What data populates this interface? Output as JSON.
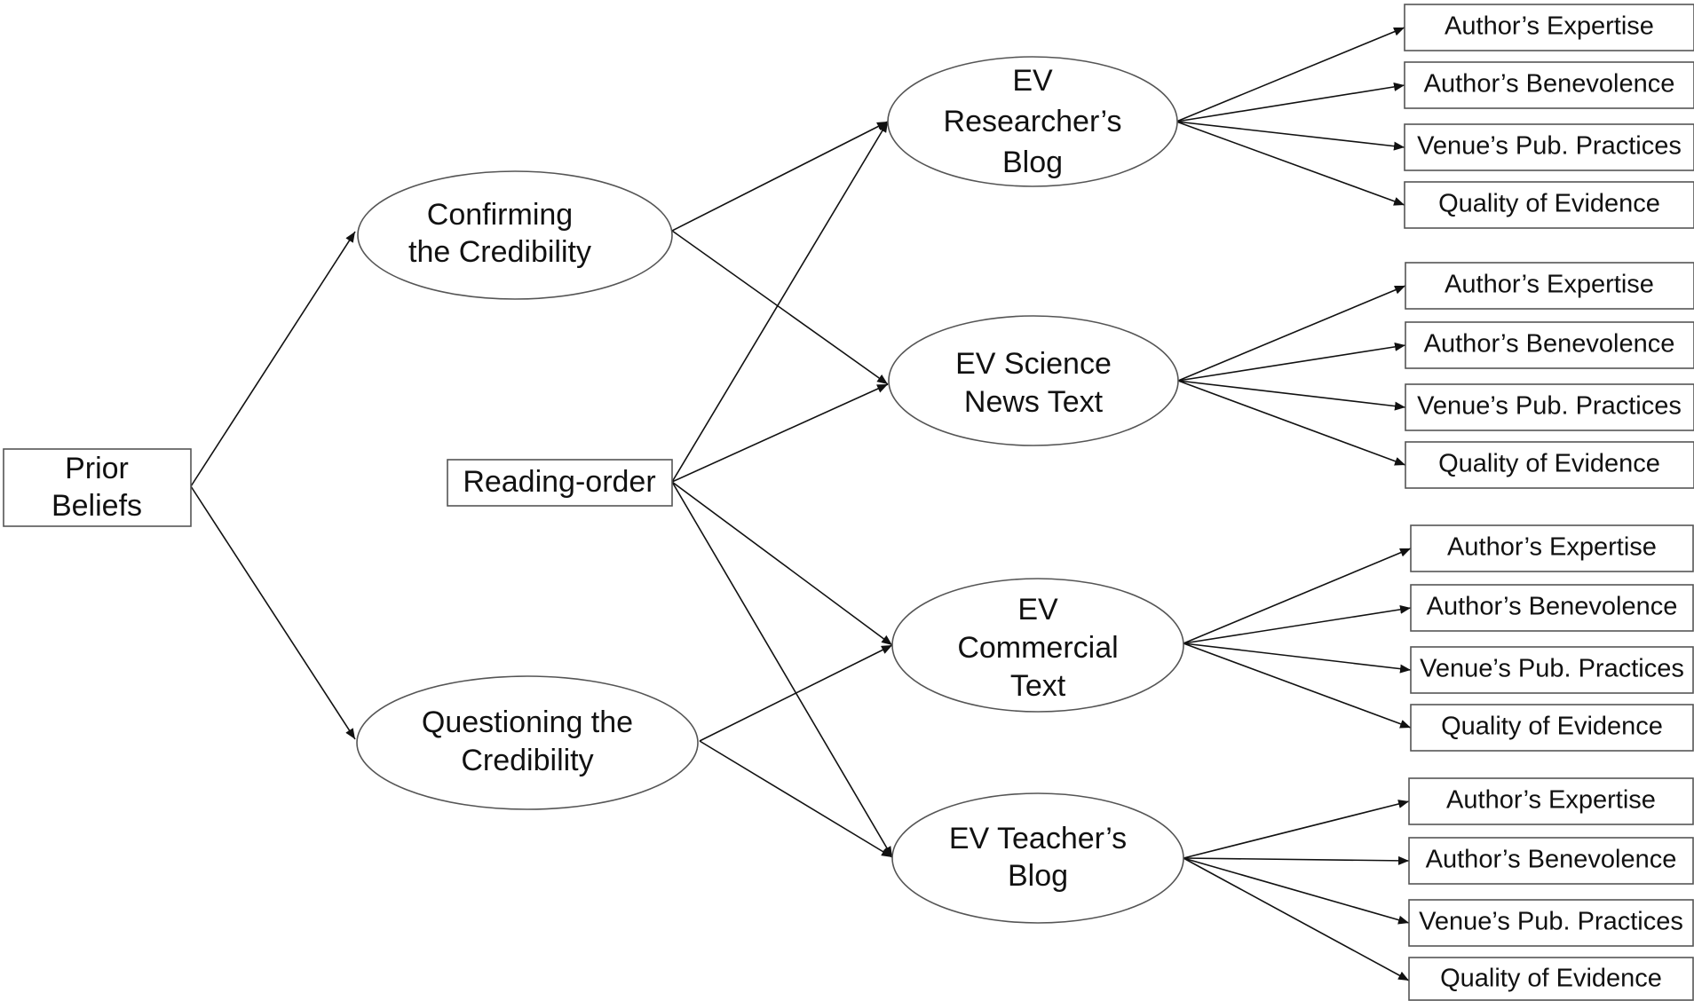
{
  "nodes": {
    "prior_beliefs": [
      "Prior",
      "Beliefs"
    ],
    "confirming": [
      "Confirming",
      "the Credibility"
    ],
    "questioning": [
      "Questioning the",
      "Credibility"
    ],
    "reading_order": [
      "Reading-order"
    ],
    "researcher_blog": [
      "EV",
      "Researcher’s",
      "Blog"
    ],
    "science_news": [
      "EV Science",
      "News Text"
    ],
    "commercial": [
      "EV",
      "Commercial",
      "Text"
    ],
    "teacher_blog": [
      "EV Teacher’s",
      "Blog"
    ]
  },
  "criteria": [
    "Author’s Expertise",
    "Author’s Benevolence",
    "Venue’s Pub. Practices",
    "Quality of Evidence"
  ]
}
